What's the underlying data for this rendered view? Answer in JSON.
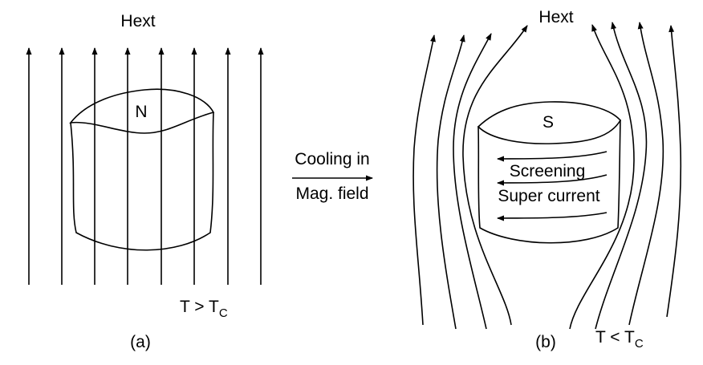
{
  "panel_a": {
    "field_label": "Hext",
    "state_label": "N",
    "temperature": {
      "prefix": "T > T",
      "subscript": "C"
    },
    "caption": "(a)"
  },
  "transition": {
    "line1": "Cooling in",
    "line2": "Mag. field"
  },
  "panel_b": {
    "field_label": "Hext",
    "state_label": "S",
    "current_label_1": "Screening",
    "current_label_2": "Super current",
    "temperature": {
      "prefix": "T < T",
      "subscript": "C"
    },
    "caption": "(b)"
  },
  "colors": {
    "ink": "#000000",
    "background": "#ffffff"
  }
}
